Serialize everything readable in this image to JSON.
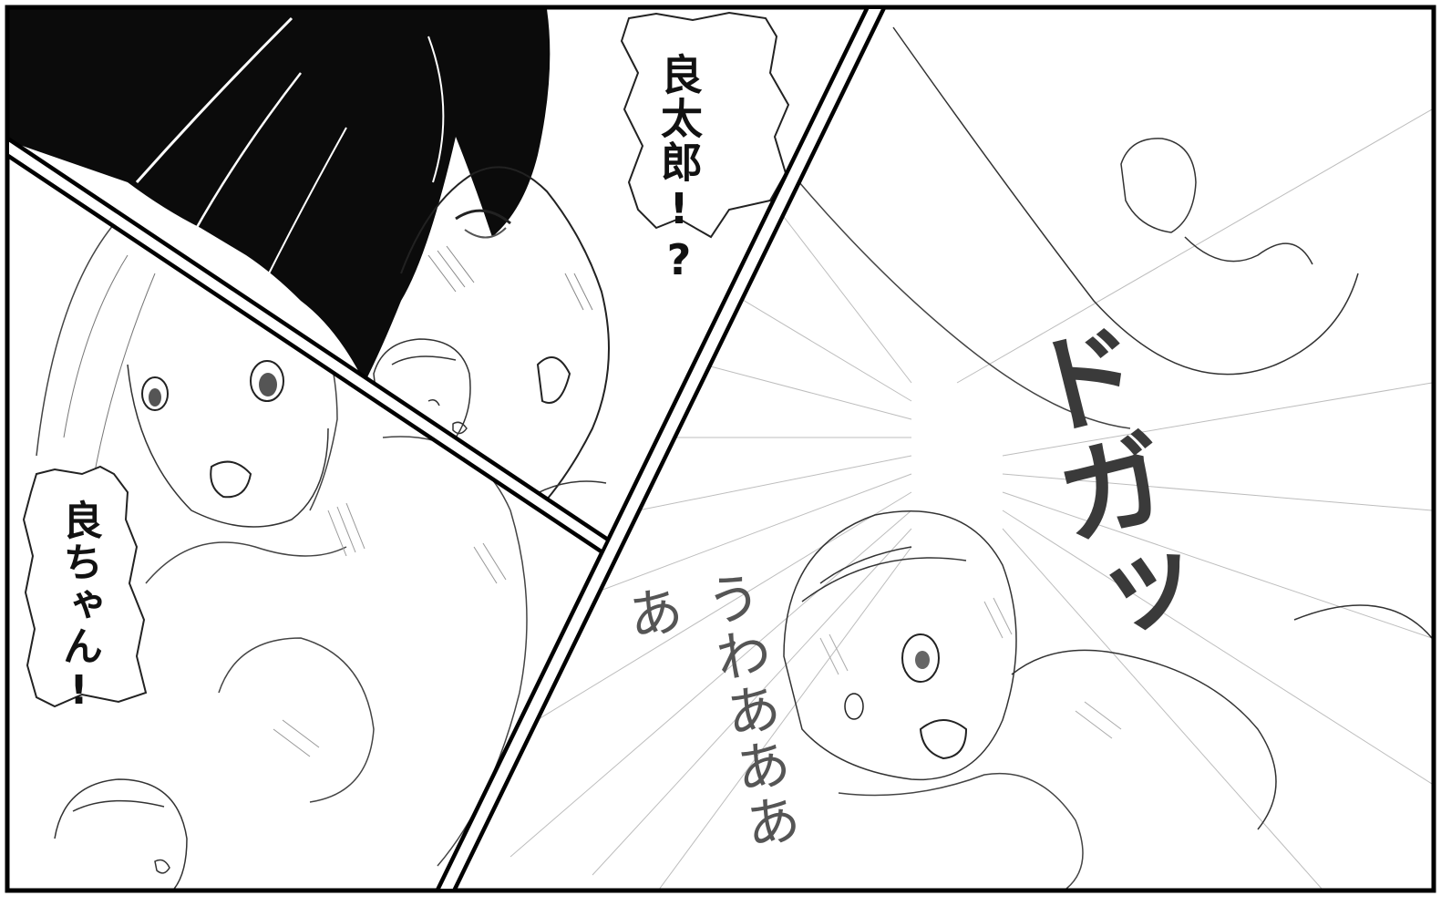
{
  "panels": [
    {
      "id": "panel-top-left",
      "description_tag": "black-haired-woman"
    },
    {
      "id": "panel-bottom-left",
      "description_tag": "light-haired-woman"
    },
    {
      "id": "panel-right",
      "description_tag": "boy-falling"
    }
  ],
  "dialogue": {
    "ryotaro": "良太郎!?",
    "ryochan": "良ちゃん!"
  },
  "sfx": {
    "dogaa": "ドガッ",
    "uwaa": "うわああああ"
  },
  "colors": {
    "ink": "#111111",
    "paper": "#ffffff",
    "tone_gray": "#6b6b6b"
  }
}
